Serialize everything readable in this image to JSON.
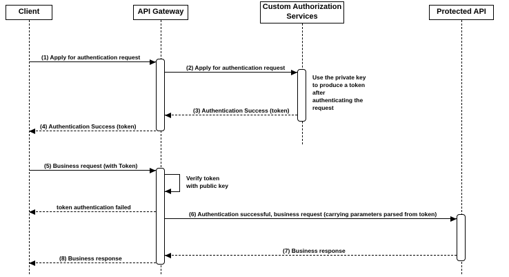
{
  "participants": {
    "client": "Client",
    "gateway": "API Gateway",
    "auth_service": "Custom Authorization\nServices",
    "protected_api": "Protected API"
  },
  "messages": {
    "m1": "(1) Apply for authentication request",
    "m2": "(2) Apply for authentication request",
    "m3": "(3) Authentication Success (token)",
    "m4": "(4) Authentication Success (token)",
    "m5": "(5) Business request (with Token)",
    "self_verify": "Verify token\nwith public key",
    "token_failed": "token authentication failed",
    "m6": "(6) Authentication successful, business request (carrying parameters parsed from token)",
    "m7": "(7) Business response",
    "m8": "(8) Business response"
  },
  "note": {
    "auth_process": "Use the private key to produce a token after authenticating the request"
  },
  "colors": {
    "line": "#000000",
    "background": "#ffffff"
  }
}
